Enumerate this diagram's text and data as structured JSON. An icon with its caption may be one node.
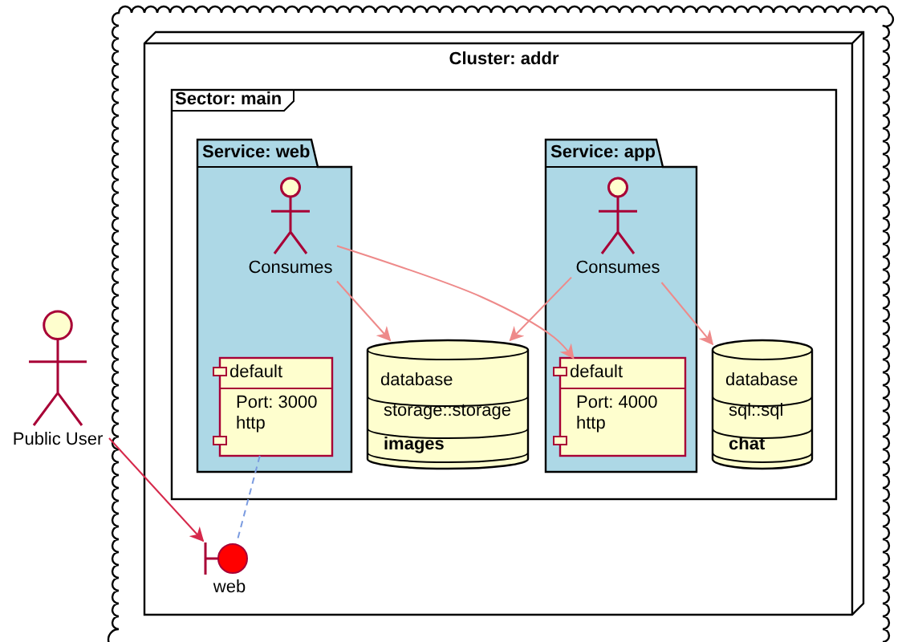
{
  "diagram": {
    "nodes": [
      {
        "text": [],
        "shape": "cloud"
      },
      {
        "text": [
          "Cluster: addr"
        ],
        "in": 0
      },
      {
        "text": [
          "Sector: main"
        ],
        "in": 1
      },
      {
        "text": [
          "Service: web"
        ],
        "in": 2
      },
      {
        "text": [
          "Consumes"
        ],
        "in": 3
      },
      {
        "text": [
          "default",
          "Port: 3000 http"
        ],
        "in": 3
      },
      {
        "text": [
          "database",
          "storage::storage",
          "images"
        ],
        "in": 2
      },
      {
        "text": [
          "Service: app"
        ],
        "in": 2
      },
      {
        "text": [
          "Consumes"
        ],
        "in": 7
      },
      {
        "text": [
          "default",
          "Port: 4000 http"
        ],
        "in": 7
      },
      {
        "text": [
          "database",
          "sql::sql",
          "chat"
        ],
        "in": 2
      },
      {
        "text": [
          "web"
        ],
        "in": 1
      },
      {
        "text": [
          "Public User"
        ]
      }
    ],
    "edges": [
      {
        "from": 4,
        "to": 6,
        "arrow": "to"
      },
      {
        "from": 4,
        "to": 9,
        "arrow": "to"
      },
      {
        "from": 8,
        "to": 6,
        "arrow": "to"
      },
      {
        "from": 8,
        "to": 10,
        "arrow": "to"
      },
      {
        "from": 12,
        "to": 11,
        "arrow": "to",
        "color": "#d6294b"
      },
      {
        "from": 5,
        "to": 11,
        "arrow": "none",
        "style": "dashed",
        "color": "#7a9be0"
      }
    ]
  }
}
